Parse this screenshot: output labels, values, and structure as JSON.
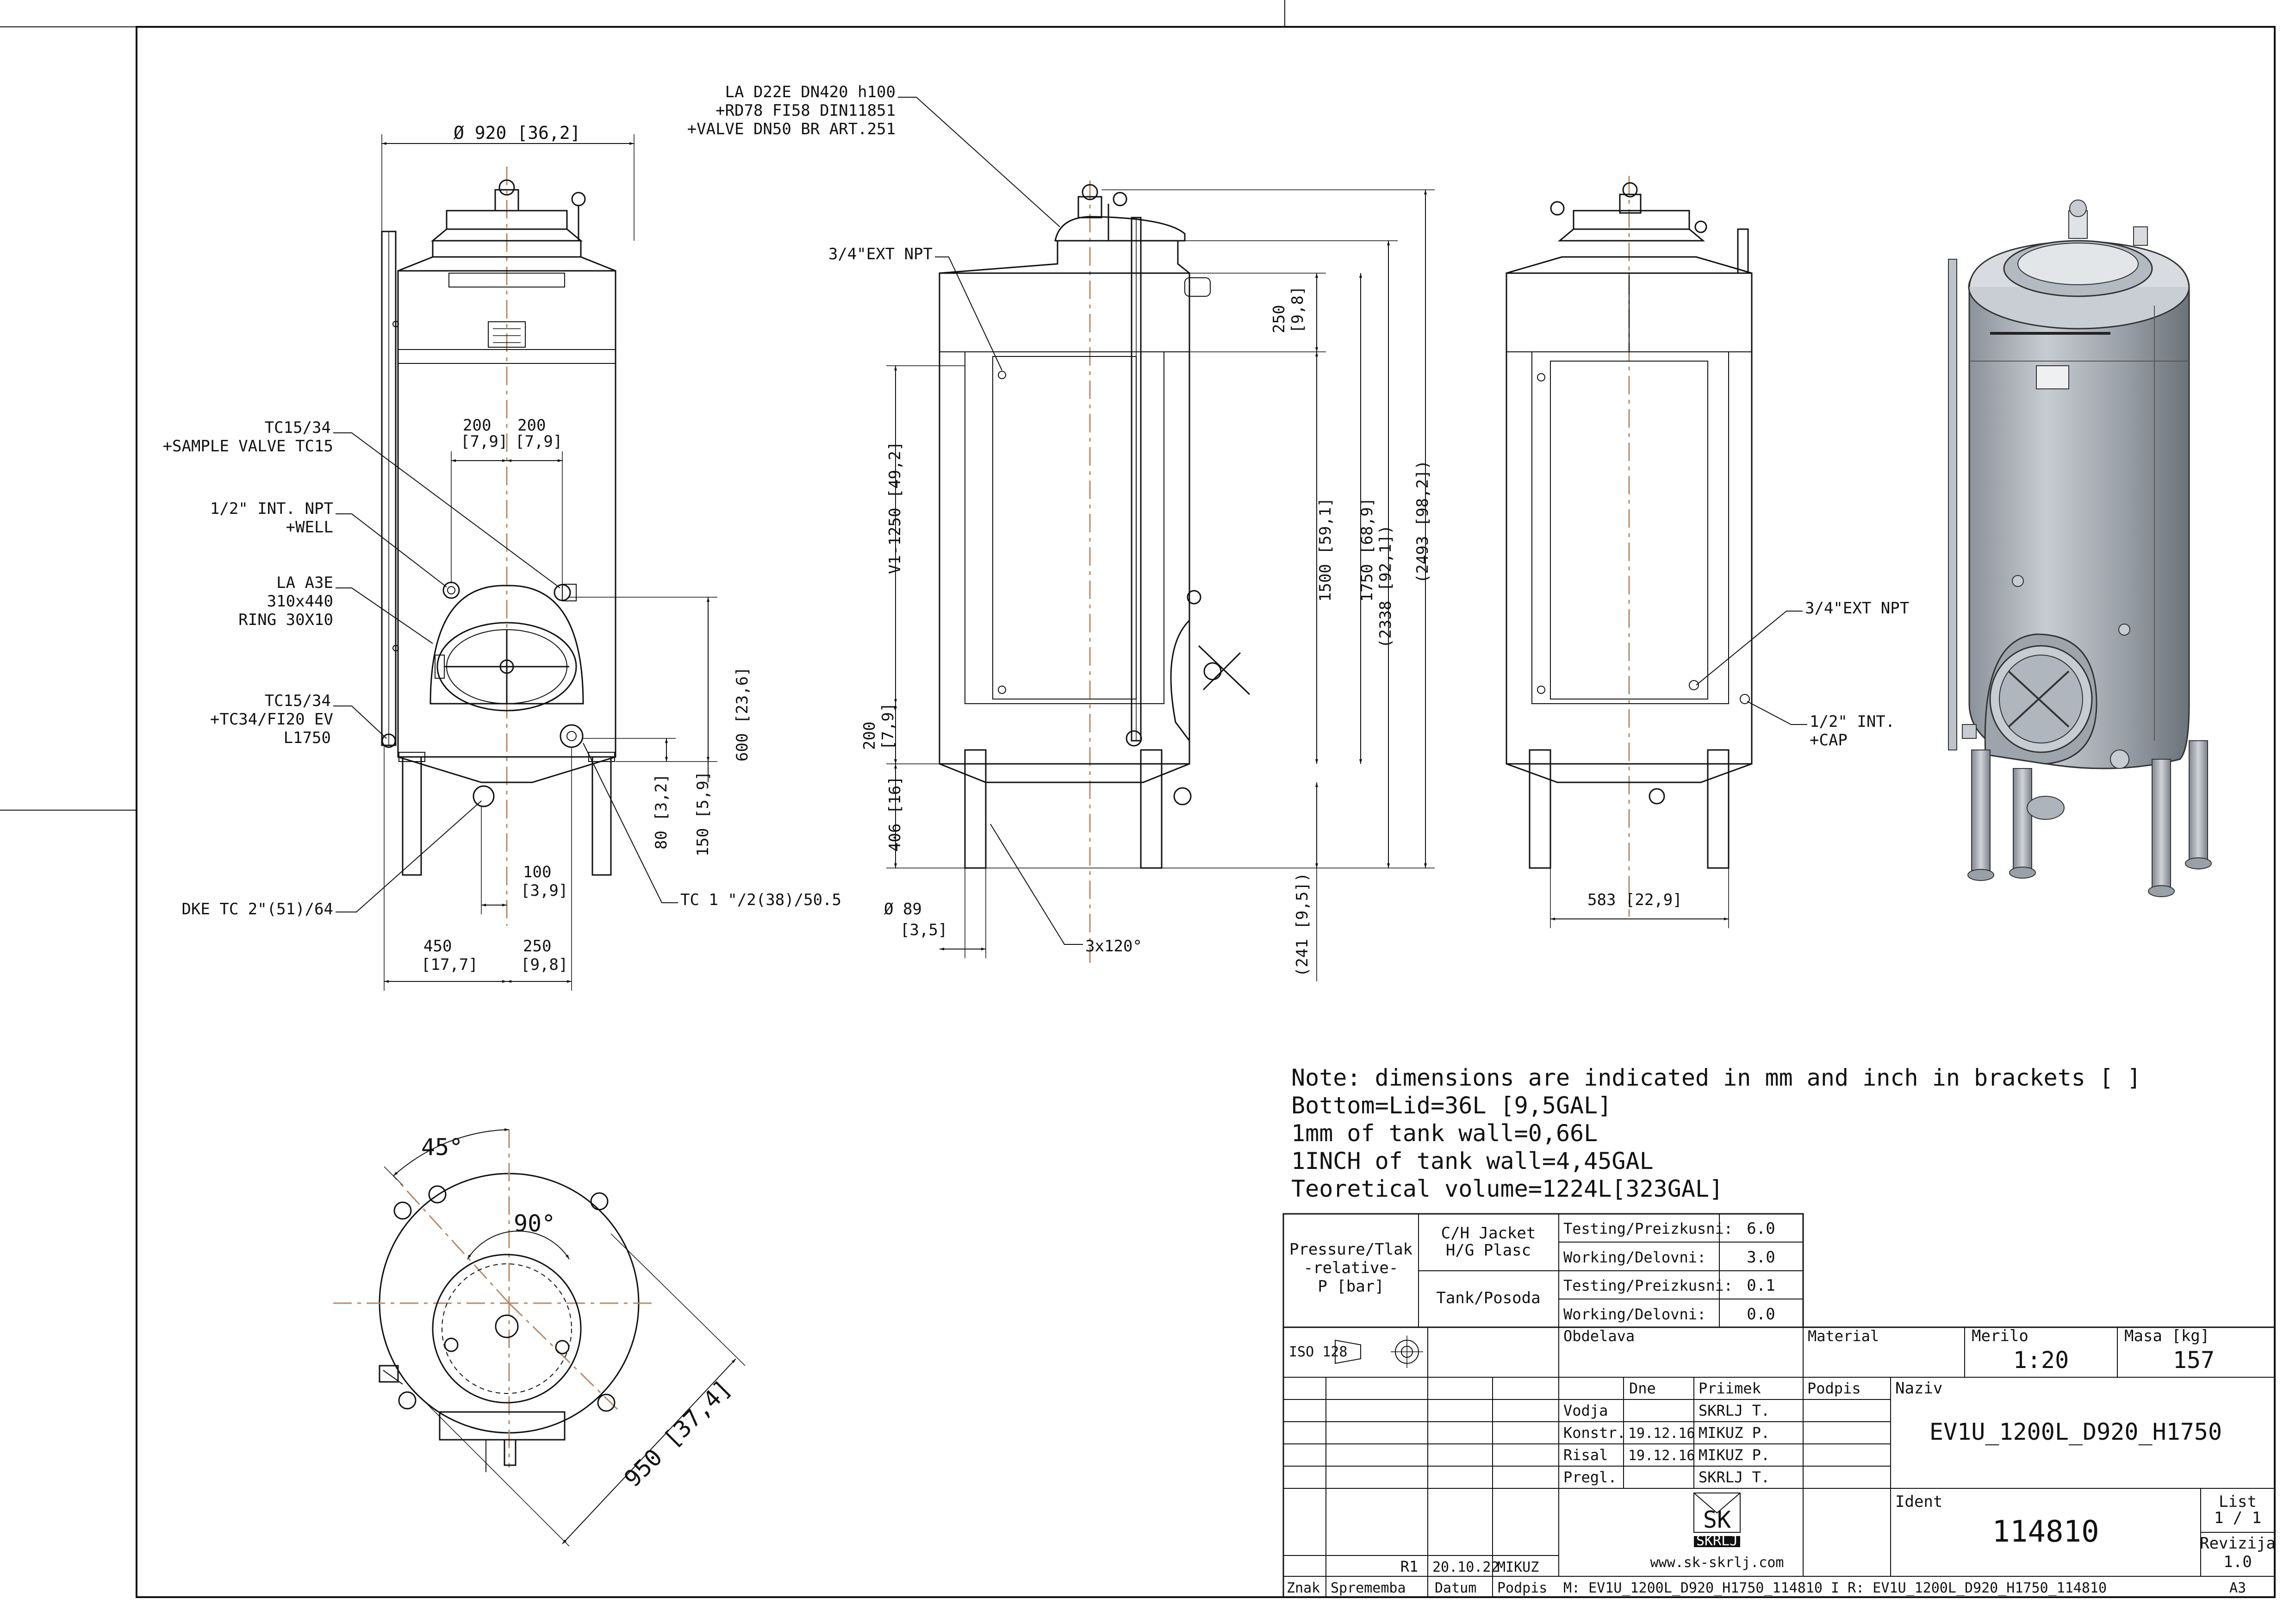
{
  "front_view": {
    "diameter": "Ø 920  [36,2]",
    "d200_left": "200",
    "d200_left_in": "[7,9]",
    "d200_right": "200",
    "d200_right_in": "[7,9]",
    "tc15_line1": "TC15/34",
    "tc15_line2": "+SAMPLE VALVE TC15",
    "npt_line1": "1/2\" INT. NPT",
    "npt_line2": "+WELL",
    "la_line1": "LA A3E",
    "la_line2": "310x440",
    "la_line3": "RING 30X10",
    "tc34_line1": "TC15/34",
    "tc34_line2": "+TC34/FI20 EV",
    "tc34_line3": "L1750",
    "dke": "DKE TC 2\"(51)/64",
    "tc1": "TC 1 \"/2(38)/50.5",
    "d100": "100",
    "d100_in": "[3,9]",
    "d450": "450",
    "d450_in": "[17,7]",
    "d250": "250",
    "d250_in": "[9,8]",
    "d600": "600  [23,6]",
    "d80": "80  [3,2]",
    "d150": "150  [5,9]"
  },
  "side_view": {
    "la_line1": "LA D22E DN420 h100",
    "la_line2": "+RD78 FI58 DIN11851",
    "la_line3": "+VALVE DN50 BR ART.251",
    "npt": "3/4\"EXT NPT",
    "d250": "250",
    "d250_in": "[9,8]",
    "v1": "V1-1250  [49,2]",
    "d1500": "1500  [59,1]",
    "d1750": "1750  [68,9]",
    "d2338": "(2338  [92,1])",
    "d2493": "(2493  [98,2])",
    "d200": "200",
    "d200_in": "[7,9]",
    "d406": "406  [16]",
    "d241": "(241  [9,5])",
    "d89": "Ø 89",
    "d89_in": "[3,5]",
    "legs": "3x120°"
  },
  "rear_view": {
    "npt": "3/4\"EXT NPT",
    "int_line1": "1/2\" INT.",
    "int_line2": "+CAP",
    "d583": "583  [22,9]"
  },
  "top_view": {
    "a45": "45°",
    "a90": "90°",
    "d950": "950  [37,4]"
  },
  "notes": [
    "Note: dimensions are indicated in mm and inch in brackets [ ]",
    "Bottom=Lid=36L [9,5GAL]",
    "1mm of tank wall=0,66L",
    "1INCH of tank wall=4,45GAL",
    "Teoretical volume=1224L[323GAL]"
  ],
  "title_block": {
    "pressure_line1": "Pressure/Tlak",
    "pressure_line2": "-relative-",
    "pressure_line3": "P [bar]",
    "jacket_line1": "C/H Jacket",
    "jacket_line2": "H/G Plasc",
    "tank": "Tank/Posoda",
    "testing": "Testing/Preizkusni:",
    "working": "Working/Delovni:",
    "jacket_test": "6.0",
    "jacket_work": "3.0",
    "tank_test": "0.1",
    "tank_work": "0.0",
    "iso": "ISO 128",
    "obdelava": "Obdelava",
    "material": "Material",
    "merilo_label": "Merilo",
    "merilo": "1:20",
    "masa_label": "Masa [kg]",
    "masa": "157",
    "col_dne": "Dne",
    "col_priimek": "Priimek",
    "col_podpis": "Podpis",
    "naziv_label": "Naziv",
    "naziv": "EV1U_1200L_D920_H1750",
    "roles": [
      {
        "role": "Vodja",
        "date": "",
        "name": "SKRLJ T."
      },
      {
        "role": "Konstr.",
        "date": "19.12.16",
        "name": "MIKUZ P."
      },
      {
        "role": "Risal",
        "date": "19.12.16",
        "name": "MIKUZ P."
      },
      {
        "role": "Pregl.",
        "date": "",
        "name": "SKRLJ T."
      }
    ],
    "ident_label": "Ident",
    "ident": "114810",
    "list_label": "List",
    "list": "1 / 1",
    "revizija_label": "Revizija",
    "revizija": "1.0",
    "logo_letters": "SK",
    "logo_name": "SKRLJ",
    "website": "www.sk-skrlj.com",
    "rev_mark": "R1",
    "rev_date": "20.10.22",
    "rev_sign": "MIKUZ",
    "h_znak": "Znak",
    "h_sprememba": "Sprememba",
    "h_datum": "Datum",
    "h_podpis": "Podpis",
    "file_path": "M: EV1U_1200L_D920_H1750_114810 I R: EV1U_1200L_D920_H1750_114810",
    "format": "A3"
  }
}
